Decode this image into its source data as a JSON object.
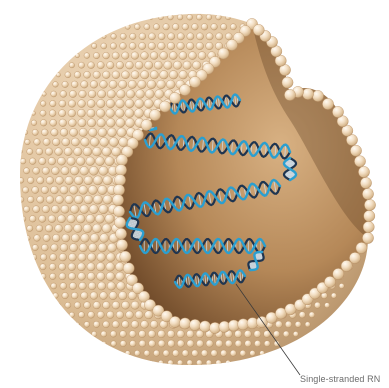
{
  "illustration": {
    "subject": "virus-capsid-cutaway",
    "icons": [
      "capsid-sphere",
      "lipid-bead",
      "rna-helix",
      "callout-line"
    ],
    "colors": {
      "bead_light": "#f7e7d0",
      "bead_mid": "#e2c39c",
      "bead_dark": "#b88f64",
      "interior_light": "#d2aa7b",
      "interior_dark": "#6e4a2a",
      "rna_blue": "#2b9fd0",
      "rna_dark": "#1f3550",
      "rna_rung": "#c9d8e4"
    }
  },
  "callout": {
    "label": "Single-stranded RN"
  }
}
